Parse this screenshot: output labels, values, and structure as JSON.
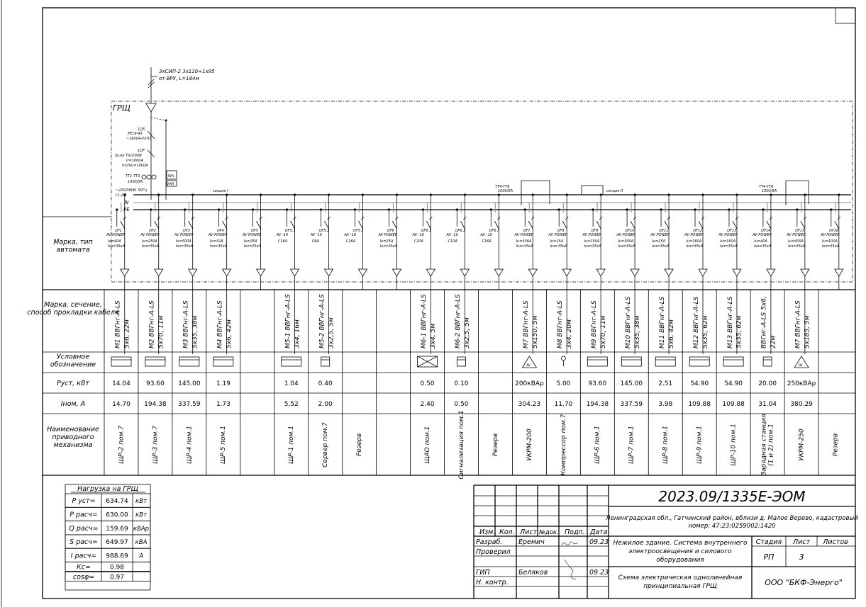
{
  "supply": {
    "line1": "3хСИП-2 3х120+1х95",
    "line2": "от ВРУ, L=184м"
  },
  "panel_label": "ГРЩ",
  "incoming": {
    "qs_name": "1QS",
    "qs_l1": "PE19-43",
    "qs_l2": "~1600А-УХЛ3",
    "qf_name": "1QF",
    "qf_l1": "Susol TS1000N",
    "qf_l2": "Ir=1000А",
    "qf_l3": "Irc(Iib)=1000А",
    "ct": "ТТ1-ТТ3",
    "ct_ratio": "1000/5А",
    "meter": "Wh",
    "meter2": "ИКК",
    "voltage": "~220/380В, 50Гц",
    "phases": "L1,2,3",
    "n": "N",
    "pe": "PE"
  },
  "sections": {
    "s1": "секция I",
    "s2": "секция II"
  },
  "ct2": {
    "name": "ТТ4-ТТ6",
    "ratio": "1000/5А"
  },
  "ct3": {
    "name": "ТТ4-ТТ6",
    "ratio": "1000/5А"
  },
  "row_labels": {
    "breaker": "Марка, тип автомата",
    "cable": "Марка, сечение, способ прокладки кабеля",
    "symbol": "Условное обозначение",
    "p": "Руст, кВт",
    "i": "Iном, А",
    "name": "Наименование приводного механизма"
  },
  "circuits": [
    {
      "qf": "QF1",
      "type": "AV POWER",
      "l1": "Iн=40А",
      "l2": "Iкз=35кА",
      "cable": "М1 ВВГнг-А-LS",
      "cable2": "5х6, 22м",
      "p": "14.04",
      "i": "14.70",
      "name": "ЩР-2 пом.7"
    },
    {
      "qf": "QF2",
      "type": "AV POWER",
      "l1": "Iн=250А",
      "l2": "Iкз=35кА",
      "cable": "М2 ВВГнг-А-LS",
      "cable2": "5х70, 11м",
      "p": "93.60",
      "i": "194.38",
      "name": "ЩР-3 пом.7"
    },
    {
      "qf": "QF3",
      "type": "AV POWER",
      "l1": "Iн=500А",
      "l2": "Iкз=35кА",
      "cable": "М3 ВВГнг-А-LS",
      "cable2": "5х35, 38м",
      "p": "145.00",
      "i": "337.59",
      "name": "ЩР-4 пом.1"
    },
    {
      "qf": "QF4",
      "type": "AV POWER",
      "l1": "Iн=32А",
      "l2": "Iкз=35кА",
      "cable": "М4 ВВГнг-А-LS",
      "cable2": "5х6, 42м",
      "p": "1.19",
      "i": "1.73",
      "name": "ЩР-5 пом.1"
    },
    {
      "qf": "QF5",
      "type": "AV POWER",
      "l1": "Iн=25А",
      "l2": "Iкз=35кА",
      "cable": "",
      "cable2": "",
      "p": "",
      "i": "",
      "name": ""
    },
    {
      "qf": "QF5.1",
      "type": "AV -10",
      "l1": "C16А",
      "l2": "",
      "cable": "М5-1 ВВГнг-А-LS",
      "cable2": "3х4, 16м",
      "p": "1.04",
      "i": "5.52",
      "name": "ЩР-1 пом.1"
    },
    {
      "qf": "QF5.2",
      "type": "AV -10",
      "l1": "C6А",
      "l2": "",
      "cable": "М5-2 ВВГнг-А-LS",
      "cable2": "3х2,5, 5м",
      "p": "0.40",
      "i": "2.00",
      "name": "Сервер пом.7"
    },
    {
      "qf": "QF5.3",
      "type": "AV -10",
      "l1": "C16А",
      "l2": "",
      "cable": "",
      "cable2": "",
      "p": "",
      "i": "",
      "name": "Резерв"
    },
    {
      "qf": "QF6",
      "type": "AV POWER",
      "l1": "Iн=25А",
      "l2": "Iкз=35кА",
      "cable": "",
      "cable2": "",
      "p": "",
      "i": "",
      "name": ""
    },
    {
      "qf": "QF6.1",
      "type": "AV -10",
      "l1": "C20А",
      "l2": "",
      "cable": "М6-1 ВВГнг-А-LS",
      "cable2": "3х4, 5м",
      "p": "0.50",
      "i": "2.40",
      "name": "ЩАО пом.1"
    },
    {
      "qf": "QF6.2",
      "type": "AV -10",
      "l1": "C10А",
      "l2": "",
      "cable": "М6-2 ВВГнг-А-LS",
      "cable2": "3х2,5, 5м",
      "p": "0.10",
      "i": "0.50",
      "name": "Сигнализация пом.1"
    },
    {
      "qf": "QF6.3",
      "type": "AV -10",
      "l1": "C16А",
      "l2": "",
      "cable": "",
      "cable2": "",
      "p": "",
      "i": "",
      "name": "Резерв"
    },
    {
      "qf": "QF7",
      "type": "AV POWER",
      "l1": "Iн=400А",
      "l2": "Iкз=35кА",
      "cable": "М7 ВВГнг-А-LS",
      "cable2": "5х150, 5м",
      "p": "200кВАр",
      "i": "304.23",
      "name": "УКРМ-200"
    },
    {
      "qf": "QF8",
      "type": "AV POWER",
      "l1": "Iн=25А",
      "l2": "Iкз=35кА",
      "cable": "М8 ВВГнг-А-LS",
      "cable2": "3х4, 20м",
      "p": "5.00",
      "i": "11.70",
      "name": "Компрессор пом.7"
    },
    {
      "qf": "QF9",
      "type": "AV POWER",
      "l1": "Iн=250А",
      "l2": "Iкз=35кА",
      "cable": "М9 ВВГнг-А-LS",
      "cable2": "5х70, 11м",
      "p": "93.60",
      "i": "194.38",
      "name": "ЩР-6 пом.1"
    },
    {
      "qf": "QF10",
      "type": "AV POWER",
      "l1": "Iн=500А",
      "l2": "Iкз=35кА",
      "cable": "М10 ВВГнг-А-LS",
      "cable2": "5х35, 38м",
      "p": "145.00",
      "i": "337.59",
      "name": "ЩР-7 пом.1"
    },
    {
      "qf": "QF11",
      "type": "AV POWER",
      "l1": "Iн=25А",
      "l2": "Iкз=35кА",
      "cable": "М11 ВВГнг-А-LS",
      "cable2": "5х6, 42м",
      "p": "2.51",
      "i": "3.98",
      "name": "ЩР-8 пом.1"
    },
    {
      "qf": "QF12",
      "type": "AV POWER",
      "l1": "Iн=160А",
      "l2": "Iкз=35кА",
      "cable": "М12 ВВГнг-А-LS",
      "cable2": "5х35, 62м",
      "p": "54.90",
      "i": "109.88",
      "name": "ЩР-9 пом.1"
    },
    {
      "qf": "QF13",
      "type": "AV POWER",
      "l1": "Iн=160А",
      "l2": "Iкз=35кА",
      "cable": "М13 ВВГнг-А-LS",
      "cable2": "5х35, 62м",
      "p": "54.90",
      "i": "109.88",
      "name": "ЩР-10 пом.1"
    },
    {
      "qf": "QF14",
      "type": "AV POWER",
      "l1": "Iн=40А",
      "l2": "Iкз=35кА",
      "cable": "ВВГнг-А-LS 5х6,",
      "cable2": "22м",
      "p": "20.00",
      "i": "31.04",
      "name": "Зарядная станция (1 и 2) пом.1"
    },
    {
      "qf": "QF15",
      "type": "AV POWER",
      "l1": "Iн=400А",
      "l2": "Iкз=35кА",
      "cable": "М7 ВВГнг-А-LS",
      "cable2": "5х185, 5м",
      "p": "250кВАр",
      "i": "380.29",
      "name": "УКРМ-250"
    },
    {
      "qf": "QF16",
      "type": "AV POWER",
      "l1": "Iн=100А",
      "l2": "Iкз=35кА",
      "cable": "",
      "cable2": "",
      "p": "",
      "i": "",
      "name": "Резерв"
    }
  ],
  "load": {
    "title": "Нагрузка на ГРЩ",
    "rows": [
      {
        "k": "Р уст=",
        "v": "634.74",
        "u": "кВт"
      },
      {
        "k": "Р расч=",
        "v": "630.00",
        "u": "кВт"
      },
      {
        "k": "Q расч=",
        "v": "159.69",
        "u": "кВАр"
      },
      {
        "k": "S расч=",
        "v": "649.97",
        "u": "кВА"
      },
      {
        "k": "I расч=",
        "v": "988.69",
        "u": "А"
      },
      {
        "k": "Кс=",
        "v": "0.98",
        "u": ""
      },
      {
        "k": "cosφ=",
        "v": "0.97",
        "u": ""
      }
    ]
  },
  "stamp": {
    "code": "2023.09/1335Е-ЭОМ",
    "address": "Ленинградская обл., Гатчинский район, вблизи д. Малое Верево, кадастровый номер: 47:23:0259002:1420",
    "h_izm": "Изм.",
    "h_kol": "Кол.",
    "h_list": "Лист",
    "h_ndok": "№док.",
    "h_podp": "Подп.",
    "h_data": "Дата",
    "r1_role": "Разраб.",
    "r1_name": "Еремич",
    "r1_date": "09.23",
    "r2_role": "Проверил",
    "r3_role": "ГИП",
    "r3_name": "Беляков",
    "r3_date": "09.23",
    "r4_role": "Н. контр.",
    "object": "Нежилое здание. Система внутреннего электроосвещения и силового оборудования",
    "h_stage": "Стадия",
    "h_sheet": "Лист",
    "h_sheets": "Листов",
    "stage": "РП",
    "sheet": "3",
    "drawing": "Схема электрическая однолинейная принципиальная ГРЩ",
    "company": "ООО \"БКФ-Энерго\""
  }
}
